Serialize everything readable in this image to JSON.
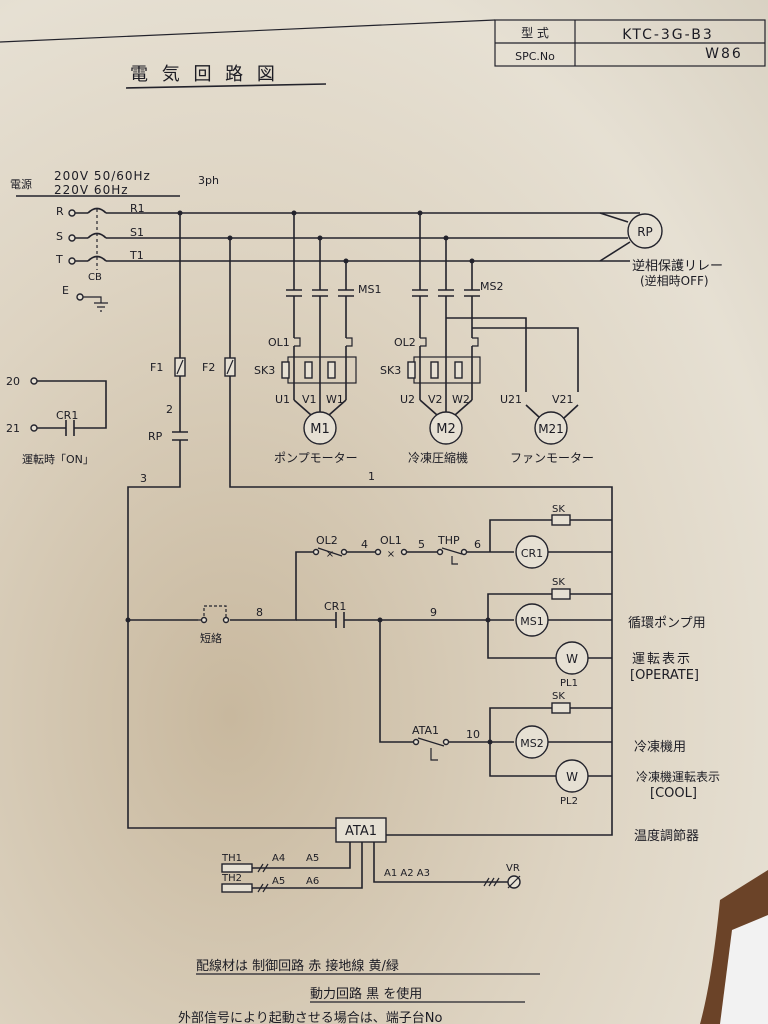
{
  "title_block": {
    "model_label": "型 式",
    "model_value": "KTC-3G-B3",
    "spc_label": "SPC.No",
    "spc_value": "W86"
  },
  "diagram_title": "電 気 回 路 図",
  "power_supply": {
    "label": "電源",
    "line1": "200V 50/60Hz",
    "line2": "220V 60Hz",
    "phase": "3ph"
  },
  "terminals": {
    "r": "R",
    "s": "S",
    "t": "T",
    "e": "E",
    "cb": "CB",
    "r1": "R1",
    "s1": "S1",
    "t1": "T1"
  },
  "reverse_phase_relay": {
    "symbol": "RP",
    "label": "逆相保護リレー",
    "note": "(逆相時OFF)"
  },
  "contactors": {
    "ms1": "MS1",
    "ms2": "MS2"
  },
  "overloads": {
    "ol1": "OL1",
    "ol2": "OL2",
    "sk3a": "SK3",
    "sk3b": "SK3"
  },
  "motor_terminals": {
    "u1": "U1",
    "v1": "V1",
    "w1": "W1",
    "u2": "U2",
    "v2": "V2",
    "w2": "W2",
    "u21": "U21",
    "v21": "V21"
  },
  "motors": {
    "m1": "M1",
    "m1_label": "ポンプモーター",
    "m2": "M2",
    "m2_label": "冷凍圧縮機",
    "m21": "M21",
    "m21_label": "ファンモーター"
  },
  "fuses": {
    "f1": "F1",
    "f2": "F2"
  },
  "wire_numbers": {
    "n1": "1",
    "n2": "2",
    "n3": "3",
    "n4": "4",
    "n5": "5",
    "n6": "6",
    "n8": "8",
    "n9": "9",
    "n10": "10"
  },
  "rp_contact": "RP",
  "external_terminals": {
    "t20": "20",
    "t21": "21",
    "cr1": "CR1",
    "note": "運転時「ON」"
  },
  "control_circuit": {
    "ol2": "OL2",
    "ol1": "OL1",
    "thp": "THP",
    "cr1_coil": "CR1",
    "sk1": "SK",
    "sk2": "SK",
    "sk3": "SK",
    "jumper": "短絡",
    "cr1_contact": "CR1",
    "ms1_coil": "MS1",
    "pl1_symbol": "W",
    "pl1": "PL1",
    "ata1_contact": "ATA1",
    "ms2_coil": "MS2",
    "pl2_symbol": "W",
    "pl2": "PL2",
    "ata1_box": "ATA1"
  },
  "right_labels": {
    "pump": "循環ポンプ用",
    "operate_jp": "運転表示",
    "operate_en": "[OPERATE]",
    "refrig": "冷凍機用",
    "refrig_disp": "冷凍機運転表示",
    "cool_en": "[COOL]",
    "temp_ctrl": "温度調節器"
  },
  "sensors": {
    "th1": "TH1",
    "th2": "TH2",
    "a4": "A4",
    "a5a": "A5",
    "a5b": "A5",
    "a6": "A6",
    "a1a2a3": "A1 A2 A3",
    "vr": "VR"
  },
  "footer": {
    "line1": "配線材は 制御回路 赤 接地線 黄/緑",
    "line2": "動力回路 黒 を使用",
    "line3": "外部信号により起動させる場合は、端子台No"
  },
  "colors": {
    "ink": "#23232c",
    "paper": "#e6e0d3"
  }
}
